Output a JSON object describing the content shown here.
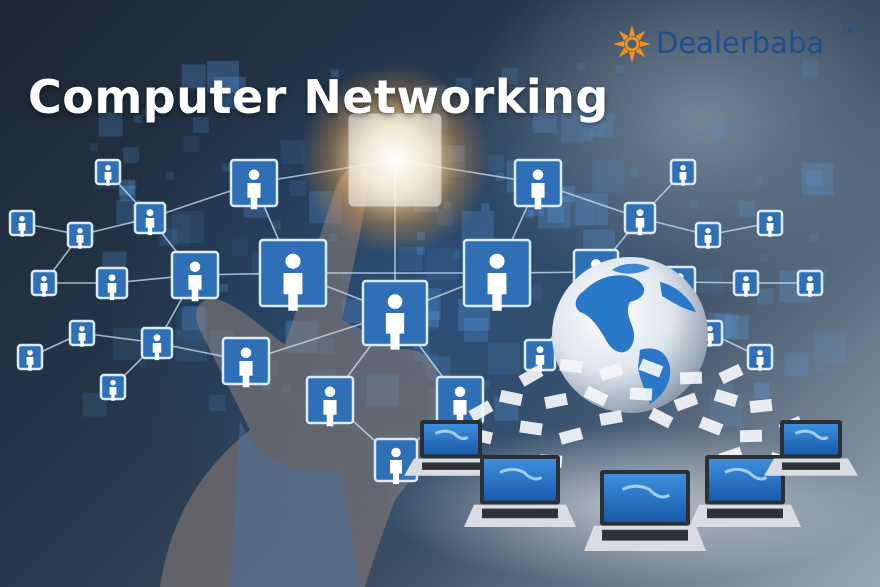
{
  "title": "Computer Networking",
  "brand": {
    "name": "Dealerbaba",
    "trademark": "TM",
    "color": "#1f4f8a",
    "accent": "#f29222"
  },
  "icons": [
    "person-node-icon",
    "globe-icon",
    "laptop-icon",
    "document-icon",
    "hand-pointer"
  ]
}
